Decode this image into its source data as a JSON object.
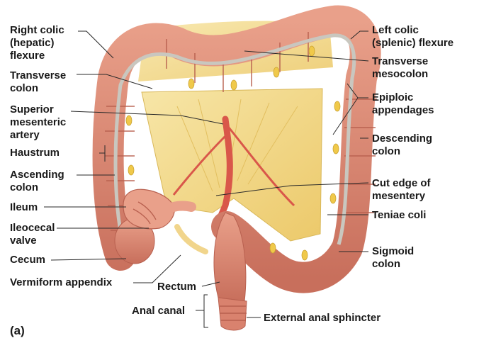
{
  "panel_label": "(a)",
  "labels": {
    "right_colic_flexure": "Right colic\n(hepatic)\nflexure",
    "transverse_colon": "Transverse\ncolon",
    "superior_mesenteric_artery": "Superior\nmesenteric\nartery",
    "haustrum": "Haustrum",
    "ascending_colon": "Ascending\ncolon",
    "ileum": "Ileum",
    "ileocecal_valve": "Ileocecal\nvalve",
    "cecum": "Cecum",
    "vermiform_appendix": "Vermiform appendix",
    "rectum": "Rectum",
    "anal_canal": "Anal canal",
    "left_colic_flexure": "Left colic\n(splenic) flexure",
    "transverse_mesocolon": "Transverse\nmesocolon",
    "epiploic_appendages": "Epiploic\nappendages",
    "descending_colon": "Descending\ncolon",
    "cut_edge_of_mesentery": "Cut edge of\nmesentery",
    "teniae_coli": "Teniae coli",
    "sigmoid_colon": "Sigmoid\ncolon",
    "external_anal_sphincter": "External anal sphincter"
  },
  "colors": {
    "colon": "#d9826e",
    "colon_shadow": "#b8604f",
    "mesentery": "#f3dc8a",
    "tenia": "#c9c7bf",
    "fat": "#f0c94a",
    "artery": "#d9574a"
  }
}
